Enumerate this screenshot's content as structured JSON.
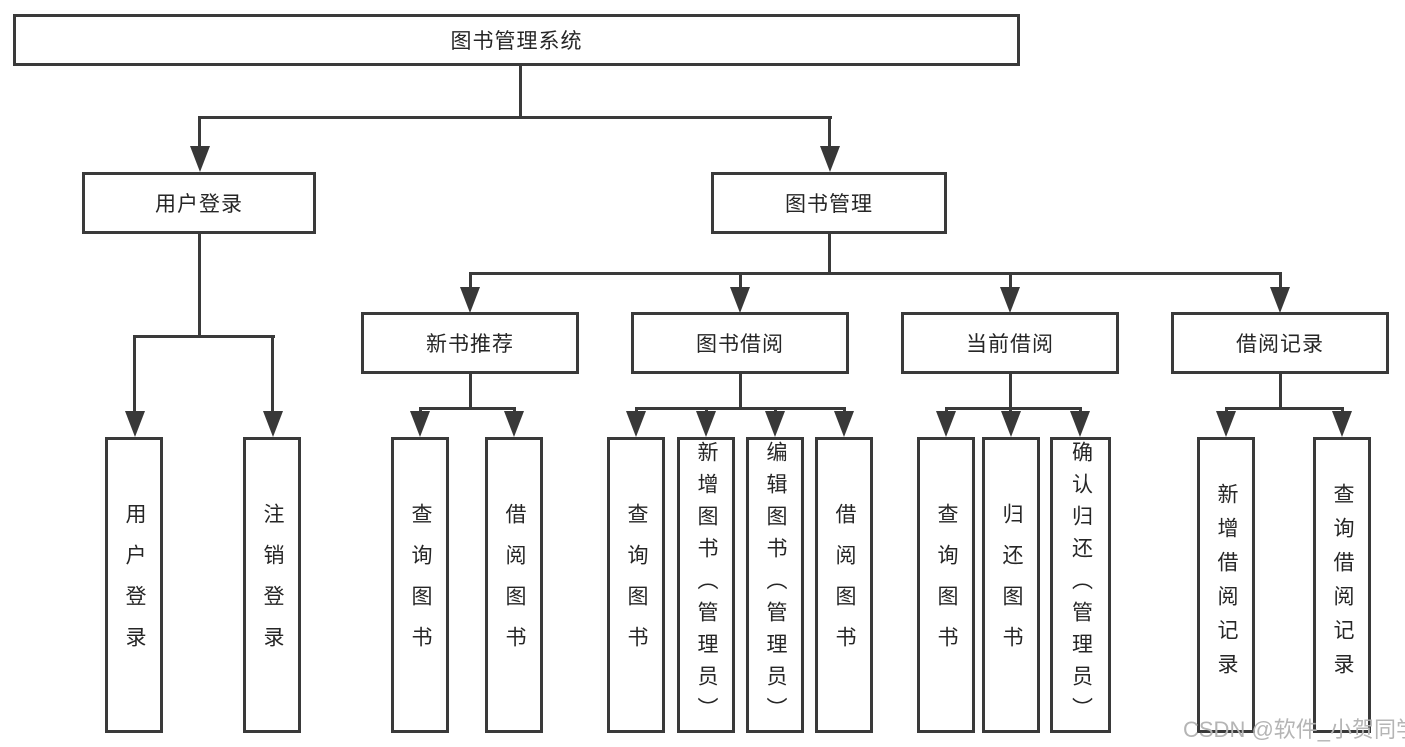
{
  "tree": {
    "root": "图书管理系统",
    "branches": [
      {
        "label": "用户登录",
        "children": [
          "用户登录",
          "注销登录"
        ]
      },
      {
        "label": "图书管理",
        "groups": [
          {
            "label": "新书推荐",
            "children": [
              "查询图书",
              "借阅图书"
            ]
          },
          {
            "label": "图书借阅",
            "children": [
              "查询图书",
              "新增图书（管理员）",
              "编辑图书（管理员）",
              "借阅图书"
            ]
          },
          {
            "label": "当前借阅",
            "children": [
              "查询图书",
              "归还图书",
              "确认归还（管理员）"
            ]
          },
          {
            "label": "借阅记录",
            "children": [
              "新增借阅记录",
              "查询借阅记录"
            ]
          }
        ]
      }
    ]
  },
  "watermark": {
    "text": "CSDN @软件_小贺同学"
  },
  "colors": {
    "line": "#3a3a3a",
    "node_border": "#3a3a3a",
    "text": "#262626",
    "watermark": "#b5b5b5",
    "background": "#ffffff"
  }
}
